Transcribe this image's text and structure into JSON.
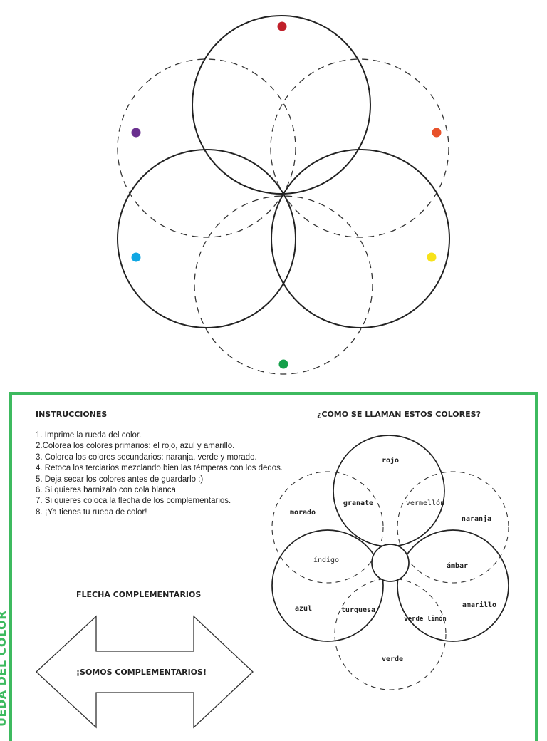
{
  "side_label": "UEDA DEL COLOR",
  "instructions": {
    "title": "INSTRUCCIONES",
    "items": [
      "1. Imprime la rueda del color.",
      "2.Colorea los colores primarios: el rojo, azul y amarillo.",
      "3. Colorea los colores secundarios: naranja, verde y morado.",
      "4. Retoca los terciarios mezclando bien las témperas con los dedos.",
      "5. Deja secar los colores antes de guardarlo :)",
      "6. Si quieres barnizalo con cola blanca",
      "7. Si quieres coloca la flecha de los complementarios.",
      "8. ¡Ya tienes tu rueda de color!"
    ]
  },
  "question_title": "¿CÓMO SE LLAMAN ESTOS COLORES?",
  "arrow": {
    "title": "FLECHA COMPLEMENTARIOS",
    "text": "¡SOMOS COMPLEMENTARIOS!"
  },
  "color_labels": {
    "rojo": "rojo",
    "granate": "granate",
    "vermellon": "vermellón",
    "morado": "morado",
    "naranja": "naranja",
    "indigo": "índigo",
    "ambar": "ámbar",
    "azul": "azul",
    "turquesa": "turquesa",
    "verde_limon": "verde limón",
    "amarillo": "amarillo",
    "verde": "verde"
  },
  "dot_colors": {
    "red": "#c0202a",
    "purple": "#6a2f8f",
    "orange": "#e8512a",
    "blue": "#10a7e3",
    "yellow": "#f7e21a",
    "green": "#15a04a"
  },
  "accent_color": "#3dba5f"
}
